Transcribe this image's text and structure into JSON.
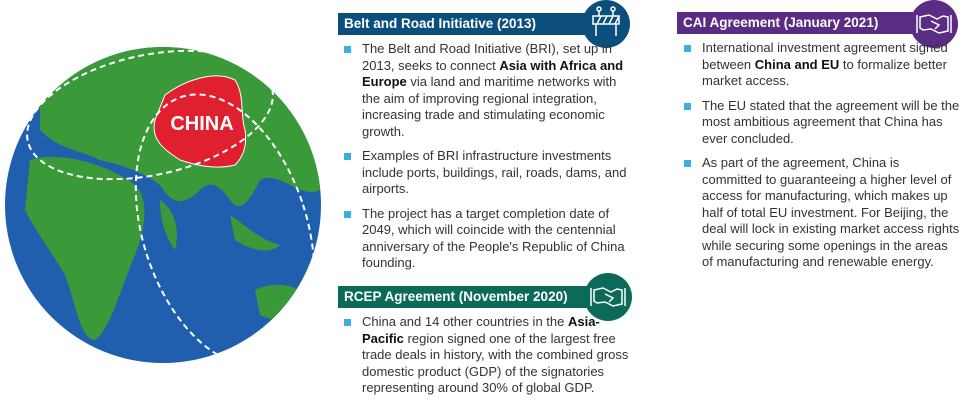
{
  "map": {
    "label": "CHINA",
    "colors": {
      "ocean": "#1f5fae",
      "land": "#3a9a3a",
      "china": "#e0202e"
    }
  },
  "bri": {
    "title": "Belt and Road Initiative (2013)",
    "color": "#0d4f7c",
    "icon": "barrier-icon",
    "bullets": [
      {
        "pre": "The Belt and Road Initiative (BRI), set up in 2013, seeks to connect ",
        "bold": "Asia with Africa and Europe",
        "post": " via land and maritime networks with the aim of improving regional integration, increasing trade and stimulating economic growth."
      },
      {
        "pre": "Examples of BRI infrastructure investments include ports, buildings, rail, roads, dams, and airports.",
        "bold": "",
        "post": ""
      },
      {
        "pre": "The project has a target completion date of 2049, which will coincide with the centennial anniversary of the People's Republic of China founding.",
        "bold": "",
        "post": ""
      }
    ]
  },
  "rcep": {
    "title": "RCEP Agreement (November 2020)",
    "color": "#0b6b58",
    "icon": "handshake-icon",
    "bullets": [
      {
        "pre": "China and 14 other countries in the ",
        "bold": "Asia-Pacific",
        "post": " region signed one of the largest free trade deals in history, with the combined gross domestic product (GDP) of the signatories representing around 30% of global GDP."
      }
    ]
  },
  "cai": {
    "title": "CAI Agreement (January 2021)",
    "color": "#5b2c83",
    "icon": "handshake-icon",
    "bullets": [
      {
        "pre": "International investment agreement signed between ",
        "bold": "China and EU",
        "post": " to formalize better market access."
      },
      {
        "pre": "The EU stated that the agreement will be the most ambitious agreement that China has ever concluded.",
        "bold": "",
        "post": ""
      },
      {
        "pre": "As part of the agreement, China is committed to guaranteeing a higher level of access for manufacturing, which makes up half of total EU investment. For Beijing, the deal will lock in existing market access rights while securing some openings in the areas of manufacturing and renewable energy.",
        "bold": "",
        "post": ""
      }
    ]
  }
}
